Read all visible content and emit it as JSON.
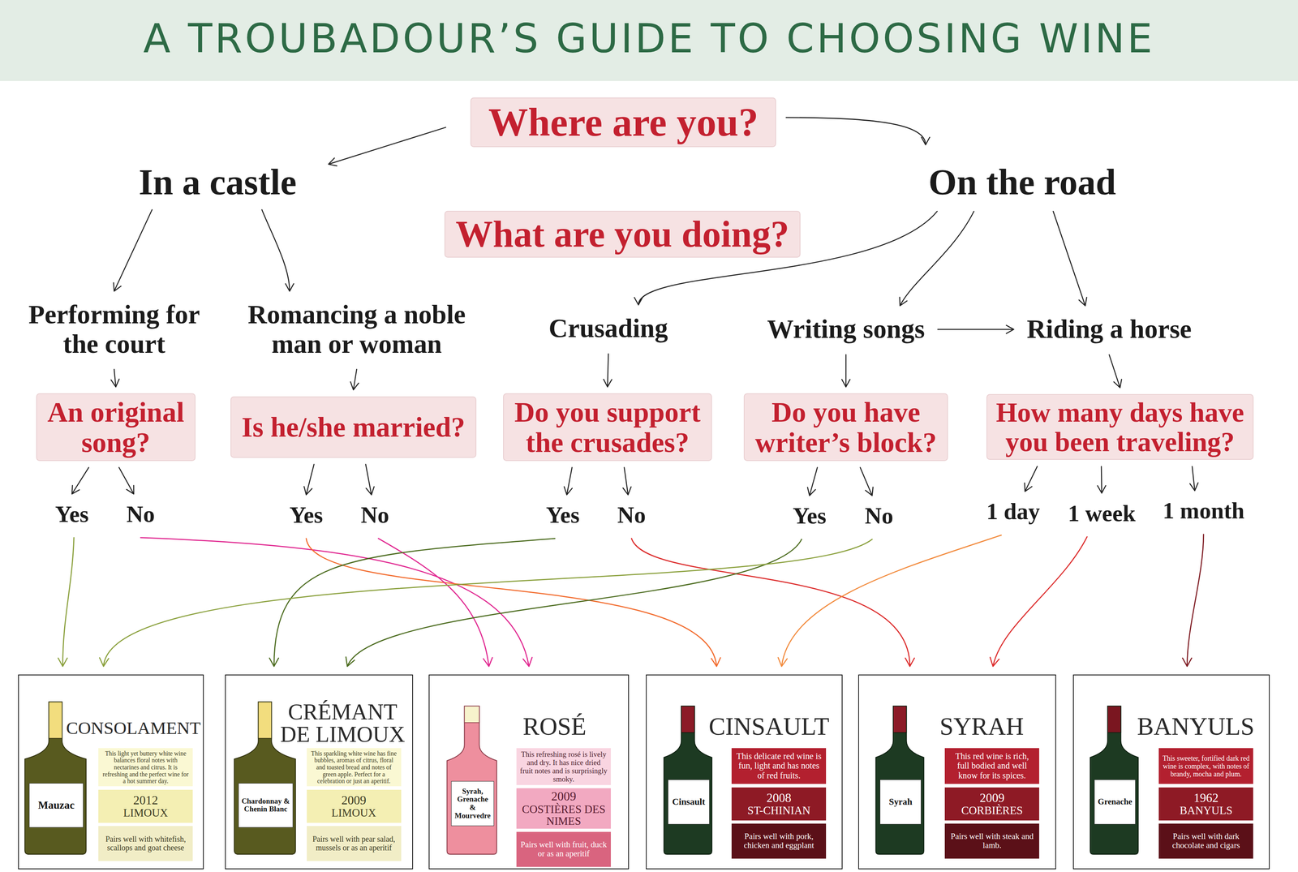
{
  "diagram": {
    "title": "A TROUBADOUR’S GUIDE TO CHOOSING WINE",
    "nodes": [
      {
        "text": [
          "Where are you?"
        ]
      },
      {
        "text": [
          "In a castle"
        ]
      },
      {
        "text": [
          "On the road"
        ]
      },
      {
        "text": [
          "What are you doing?"
        ]
      },
      {
        "text": [
          "Performing for the court"
        ]
      },
      {
        "text": [
          "Romancing a noble man or woman"
        ]
      },
      {
        "text": [
          "Crusading"
        ]
      },
      {
        "text": [
          "Writing songs"
        ]
      },
      {
        "text": [
          "Riding a horse"
        ]
      },
      {
        "text": [
          "An original song?"
        ]
      },
      {
        "text": [
          "Is he/she married?"
        ]
      },
      {
        "text": [
          "Do you support the crusades?"
        ]
      },
      {
        "text": [
          "Do you have writer’s block?"
        ]
      },
      {
        "text": [
          "How many days have you been traveling?"
        ]
      },
      {
        "text": [
          "Yes"
        ]
      },
      {
        "text": [
          "No"
        ]
      },
      {
        "text": [
          "Yes"
        ]
      },
      {
        "text": [
          "No"
        ]
      },
      {
        "text": [
          "Yes"
        ]
      },
      {
        "text": [
          "No"
        ]
      },
      {
        "text": [
          "Yes"
        ]
      },
      {
        "text": [
          "No"
        ]
      },
      {
        "text": [
          "1 day"
        ]
      },
      {
        "text": [
          "1 week"
        ]
      },
      {
        "text": [
          "1 month"
        ]
      },
      {
        "text": [
          "CONSOLAMENT"
        ]
      },
      {
        "text": [
          "Mauzac"
        ],
        "in": 25
      },
      {
        "text": [
          "This light yet buttery white wine balances floral notes with nectarines and citrus. It is refreshing and the perfect wine for a hot summer day."
        ],
        "in": 25
      },
      {
        "text": [
          "2012",
          "LIMOUX"
        ],
        "in": 25
      },
      {
        "text": [
          "Pairs well with whitefish, scallops and goat cheese"
        ],
        "in": 25
      },
      {
        "text": [
          "CRÉMANT DE LIMOUX"
        ]
      },
      {
        "text": [
          "Chardonnay & Chenin Blanc"
        ],
        "in": 30
      },
      {
        "text": [
          "This sparkling white wine has fine bubbles, aromas of citrus, floral and toasted bread and notes of green apple. Perfect for a celebration or just an aperitif."
        ],
        "in": 30
      },
      {
        "text": [
          "2009",
          "LIMOUX"
        ],
        "in": 30
      },
      {
        "text": [
          "Pairs well with pear salad, mussels or as an aperitif"
        ],
        "in": 30
      },
      {
        "text": [
          "ROSÉ"
        ]
      },
      {
        "text": [
          "Syrah, Grenache & Mourvedre"
        ],
        "in": 35
      },
      {
        "text": [
          "This refreshing rosé is lively and dry. It has nice dried fruit notes and is surprisingly smoky."
        ],
        "in": 35
      },
      {
        "text": [
          "2009",
          "COSTIÈRES DES NIMES"
        ],
        "in": 35
      },
      {
        "text": [
          "Pairs well with fruit, duck or as an aperitif"
        ],
        "in": 35
      },
      {
        "text": [
          "CINSAULT"
        ]
      },
      {
        "text": [
          "Cinsault"
        ],
        "in": 40
      },
      {
        "text": [
          "This delicate red wine is fun, light and has notes of red fruits."
        ],
        "in": 40
      },
      {
        "text": [
          "2008",
          "ST-CHINIAN"
        ],
        "in": 40
      },
      {
        "text": [
          "Pairs well with pork, chicken and eggplant"
        ],
        "in": 40
      },
      {
        "text": [
          "SYRAH"
        ]
      },
      {
        "text": [
          "Syrah"
        ],
        "in": 45
      },
      {
        "text": [
          "This red wine is rich, full bodied and well know for its spices."
        ],
        "in": 45
      },
      {
        "text": [
          "2009",
          "CORBIÈRES"
        ],
        "in": 45
      },
      {
        "text": [
          "Pairs well with steak and lamb."
        ],
        "in": 45
      },
      {
        "text": [
          "BANYULS"
        ]
      },
      {
        "text": [
          "Grenache"
        ],
        "in": 50
      },
      {
        "text": [
          "This sweeter, fortified dark red wine is complex, with notes of brandy, mocha and plum."
        ],
        "in": 50
      },
      {
        "text": [
          "1962",
          "BANYULS"
        ],
        "in": 50
      },
      {
        "text": [
          "Pairs well with dark chocolate and cigars"
        ],
        "in": 50
      }
    ],
    "edges": [
      {
        "from": 0,
        "to": 1,
        "arrow": "to"
      },
      {
        "from": 0,
        "to": 2,
        "arrow": "to"
      },
      {
        "from": 1,
        "to": 4,
        "arrow": "to"
      },
      {
        "from": 1,
        "to": 5,
        "arrow": "to"
      },
      {
        "from": 2,
        "to": 6,
        "arrow": "to"
      },
      {
        "from": 2,
        "to": 7,
        "arrow": "to"
      },
      {
        "from": 2,
        "to": 8,
        "arrow": "to"
      },
      {
        "from": 7,
        "to": 8,
        "arrow": "to"
      },
      {
        "from": 4,
        "to": 9,
        "arrow": "to"
      },
      {
        "from": 5,
        "to": 10,
        "arrow": "to"
      },
      {
        "from": 6,
        "to": 11,
        "arrow": "to"
      },
      {
        "from": 7,
        "to": 12,
        "arrow": "to"
      },
      {
        "from": 8,
        "to": 13,
        "arrow": "to"
      },
      {
        "from": 9,
        "to": 14,
        "arrow": "to"
      },
      {
        "from": 9,
        "to": 15,
        "arrow": "to"
      },
      {
        "from": 10,
        "to": 16,
        "arrow": "to"
      },
      {
        "from": 10,
        "to": 17,
        "arrow": "to"
      },
      {
        "from": 11,
        "to": 18,
        "arrow": "to"
      },
      {
        "from": 11,
        "to": 19,
        "arrow": "to"
      },
      {
        "from": 12,
        "to": 20,
        "arrow": "to"
      },
      {
        "from": 12,
        "to": 21,
        "arrow": "to"
      },
      {
        "from": 13,
        "to": 22,
        "arrow": "to"
      },
      {
        "from": 13,
        "to": 23,
        "arrow": "to"
      },
      {
        "from": 13,
        "to": 24,
        "arrow": "to"
      },
      {
        "from": 14,
        "to": 25,
        "arrow": "to"
      },
      {
        "from": 15,
        "to": 35,
        "arrow": "to"
      },
      {
        "from": 16,
        "to": 40,
        "arrow": "to"
      },
      {
        "from": 17,
        "to": 35,
        "arrow": "to"
      },
      {
        "from": 18,
        "to": 30,
        "arrow": "to"
      },
      {
        "from": 19,
        "to": 45,
        "arrow": "to"
      },
      {
        "from": 20,
        "to": 30,
        "arrow": "to"
      },
      {
        "from": 21,
        "to": 25,
        "arrow": "to"
      },
      {
        "from": 22,
        "to": 40,
        "arrow": "to"
      },
      {
        "from": 23,
        "to": 45,
        "arrow": "to"
      },
      {
        "from": 24,
        "to": 50,
        "arrow": "to"
      }
    ]
  }
}
